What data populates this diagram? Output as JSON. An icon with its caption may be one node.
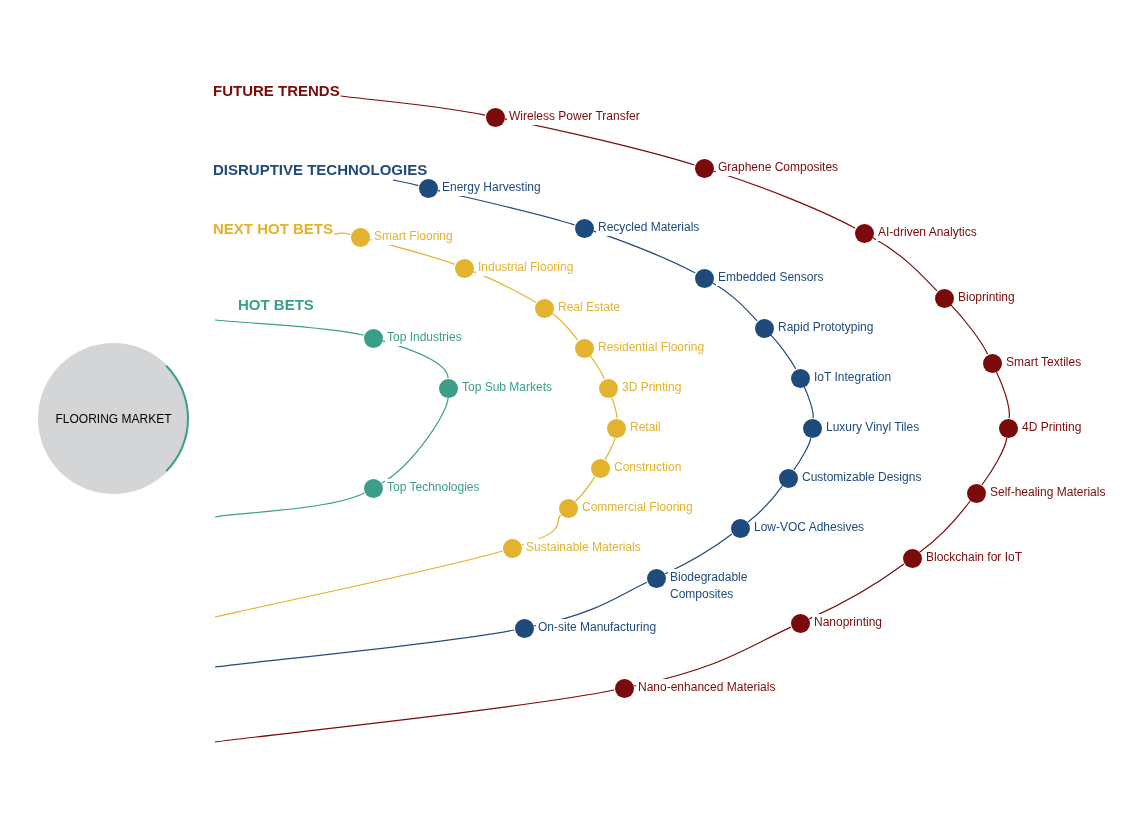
{
  "diagram": {
    "nodes": [
      {
        "text": [
          "FLOORING MARKET"
        ]
      },
      {
        "text": [
          "FUTURE TRENDS"
        ]
      },
      {
        "text": [
          "DISRUPTIVE TECHNOLOGIES"
        ]
      },
      {
        "text": [
          "NEXT HOT BETS"
        ]
      },
      {
        "text": [],
        "shape": "circle",
        "beside": [
          "Top Industries"
        ]
      },
      {
        "text": [],
        "shape": "circle",
        "beside": [
          "Top Sub Markets"
        ]
      },
      {
        "text": [],
        "shape": "circle",
        "beside": [
          "Top Technologies"
        ]
      },
      {
        "text": [],
        "shape": "circle",
        "beside": [
          "Smart Flooring"
        ]
      },
      {
        "text": [],
        "shape": "circle",
        "beside": [
          "Industrial Flooring"
        ]
      },
      {
        "text": [],
        "shape": "circle",
        "beside": [
          "Real Estate"
        ]
      },
      {
        "text": [],
        "shape": "circle",
        "beside": [
          "Residential Flooring"
        ]
      },
      {
        "text": [],
        "shape": "circle",
        "beside": [
          "3D Printing"
        ]
      },
      {
        "text": [],
        "shape": "circle",
        "beside": [
          "Retail"
        ]
      },
      {
        "text": [],
        "shape": "circle",
        "beside": [
          "Construction"
        ]
      },
      {
        "text": [],
        "shape": "circle",
        "beside": [
          "Commercial Flooring"
        ]
      },
      {
        "text": [],
        "shape": "circle",
        "beside": [
          "Sustainable Materials"
        ]
      },
      {
        "text": [],
        "shape": "circle",
        "beside": [
          "Energy Harvesting"
        ]
      },
      {
        "text": [],
        "shape": "circle",
        "beside": [
          "Recycled Materials"
        ]
      },
      {
        "text": [],
        "shape": "circle",
        "beside": [
          "Embedded Sensors"
        ]
      },
      {
        "text": [],
        "shape": "circle",
        "beside": [
          "Rapid Prototyping"
        ]
      },
      {
        "text": [],
        "shape": "circle",
        "beside": [
          "IoT Integration"
        ]
      },
      {
        "text": [],
        "shape": "circle",
        "beside": [
          "Luxury Vinyl Tiles"
        ]
      },
      {
        "text": [],
        "shape": "circle",
        "beside": [
          "Customizable Designs"
        ]
      },
      {
        "text": [],
        "shape": "circle",
        "beside": [
          "Low-VOC Adhesives"
        ]
      },
      {
        "text": [],
        "shape": "circle",
        "beside": [
          "Biodegradable Composites"
        ]
      },
      {
        "text": [],
        "shape": "circle",
        "beside": [
          "On-site Manufacturing"
        ]
      },
      {
        "text": [],
        "shape": "circle",
        "beside": [
          "Wireless Power Transfer"
        ]
      },
      {
        "text": [],
        "shape": "circle",
        "beside": [
          "Graphene Composites"
        ]
      },
      {
        "text": [],
        "shape": "circle",
        "beside": [
          "AI-driven Analytics"
        ]
      },
      {
        "text": [],
        "shape": "circle",
        "beside": [
          "Bioprinting"
        ]
      },
      {
        "text": [],
        "shape": "circle",
        "beside": [
          "Smart Textiles"
        ]
      },
      {
        "text": [],
        "shape": "circle",
        "beside": [
          "4D Printing"
        ]
      },
      {
        "text": [],
        "shape": "circle",
        "beside": [
          "Self-healing Materials"
        ]
      },
      {
        "text": [],
        "shape": "circle",
        "beside": [
          "Blockchain for IoT"
        ]
      },
      {
        "text": [],
        "shape": "circle",
        "beside": [
          "Nanoprinting"
        ]
      },
      {
        "text": [],
        "shape": "circle",
        "beside": [
          "Nano-enhanced Materials"
        ]
      }
    ],
    "edges": [
      {
        "from": null,
        "to": 4,
        "arrow": "none",
        "color": "#3a9e8a"
      },
      {
        "from": 4,
        "to": 5,
        "arrow": "none",
        "color": "#3a9e8a"
      },
      {
        "from": 5,
        "to": 6,
        "arrow": "none",
        "color": "#3a9e8a"
      },
      {
        "from": 6,
        "to": null,
        "arrow": "none",
        "color": "#3a9e8a"
      },
      {
        "from": 3,
        "to": 7,
        "arrow": "none",
        "color": "#e3b22f"
      },
      {
        "from": 7,
        "to": 8,
        "arrow": "none",
        "color": "#e3b22f"
      },
      {
        "from": 8,
        "to": 9,
        "arrow": "none",
        "color": "#e3b22f"
      },
      {
        "from": 9,
        "to": 10,
        "arrow": "none",
        "color": "#e3b22f"
      },
      {
        "from": 10,
        "to": 11,
        "arrow": "none",
        "color": "#e3b22f"
      },
      {
        "from": 11,
        "to": 12,
        "arrow": "none",
        "color": "#e3b22f"
      },
      {
        "from": 12,
        "to": 13,
        "arrow": "none",
        "color": "#e3b22f"
      },
      {
        "from": 13,
        "to": 14,
        "arrow": "none",
        "color": "#e3b22f"
      },
      {
        "from": 14,
        "to": 15,
        "arrow": "none",
        "color": "#e3b22f"
      },
      {
        "from": 15,
        "to": null,
        "arrow": "none",
        "color": "#e3b22f"
      },
      {
        "from": 2,
        "to": 16,
        "arrow": "none",
        "color": "#1f4a7c"
      },
      {
        "from": 16,
        "to": 17,
        "arrow": "none",
        "color": "#1f4a7c"
      },
      {
        "from": 17,
        "to": 18,
        "arrow": "none",
        "color": "#1f4a7c"
      },
      {
        "from": 18,
        "to": 19,
        "arrow": "none",
        "color": "#1f4a7c"
      },
      {
        "from": 19,
        "to": 20,
        "arrow": "none",
        "color": "#1f4a7c"
      },
      {
        "from": 20,
        "to": 21,
        "arrow": "none",
        "color": "#1f4a7c"
      },
      {
        "from": 21,
        "to": 22,
        "arrow": "none",
        "color": "#1f4a7c"
      },
      {
        "from": 22,
        "to": 23,
        "arrow": "none",
        "color": "#1f4a7c"
      },
      {
        "from": 23,
        "to": 24,
        "arrow": "none",
        "color": "#1f4a7c"
      },
      {
        "from": 24,
        "to": 25,
        "arrow": "none",
        "color": "#1f4a7c"
      },
      {
        "from": 25,
        "to": null,
        "arrow": "none",
        "color": "#1f4a7c"
      },
      {
        "from": 1,
        "to": 26,
        "arrow": "none",
        "color": "#7b0a0a"
      },
      {
        "from": 26,
        "to": 27,
        "arrow": "none",
        "color": "#7b0a0a"
      },
      {
        "from": 27,
        "to": 28,
        "arrow": "none",
        "color": "#7b0a0a"
      },
      {
        "from": 28,
        "to": 29,
        "arrow": "none",
        "color": "#7b0a0a"
      },
      {
        "from": 29,
        "to": 30,
        "arrow": "none",
        "color": "#7b0a0a"
      },
      {
        "from": 30,
        "to": 31,
        "arrow": "none",
        "color": "#7b0a0a"
      },
      {
        "from": 31,
        "to": 32,
        "arrow": "none",
        "color": "#7b0a0a"
      },
      {
        "from": 32,
        "to": 33,
        "arrow": "none",
        "color": "#7b0a0a"
      },
      {
        "from": 33,
        "to": 34,
        "arrow": "none",
        "color": "#7b0a0a"
      },
      {
        "from": 34,
        "to": 35,
        "arrow": "none",
        "color": "#7b0a0a"
      },
      {
        "from": 35,
        "to": null,
        "arrow": "none",
        "color": "#7b0a0a"
      }
    ],
    "labels": [
      "HOT BETS"
    ]
  }
}
